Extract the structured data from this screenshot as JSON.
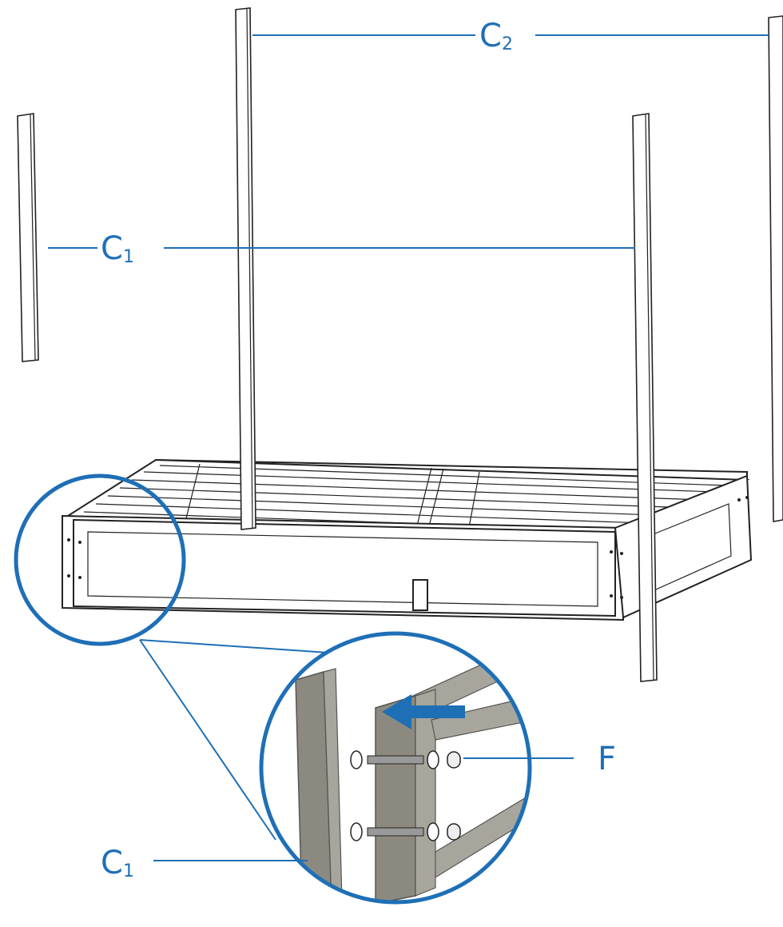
{
  "labels": {
    "c2_top": {
      "letter": "C",
      "sub": "2"
    },
    "c1_mid": {
      "letter": "C",
      "sub": "1"
    },
    "c1_bottom": {
      "letter": "C",
      "sub": "1"
    },
    "f": "F"
  },
  "colors": {
    "accent": "#1e6fb6",
    "line": "#222222",
    "steel": "#8c8a80",
    "arrow": "#1e6fb6"
  }
}
